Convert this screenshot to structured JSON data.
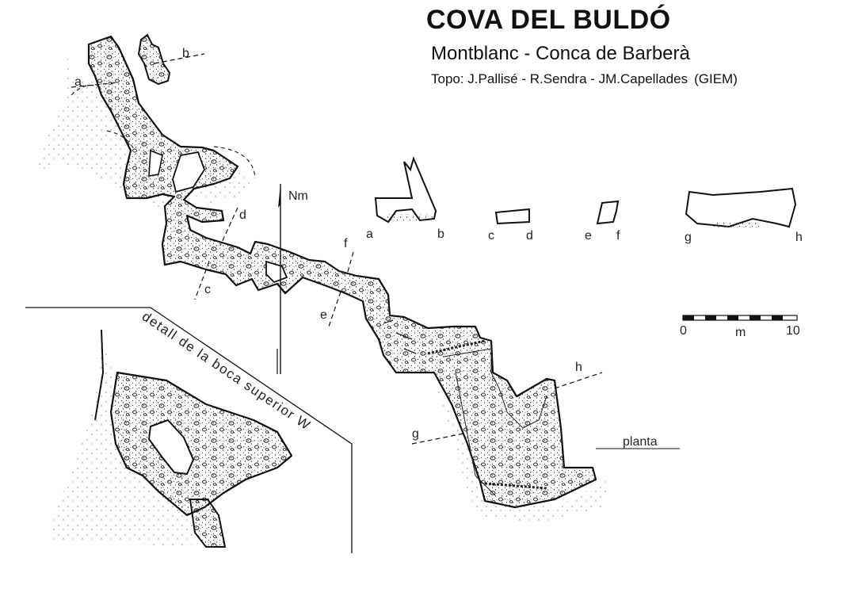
{
  "header": {
    "title": "COVA DEL BULDÓ",
    "subtitle": "Montblanc - Conca de Barberà",
    "credits": "Topo: J.Pallisé - R.Sendra - JM.Capellades",
    "org": "(GIEM)"
  },
  "map": {
    "north_label": "Nm",
    "plan_label": "planta",
    "inset_label": "detall de la boca superior W",
    "section_letters": [
      "a",
      "b",
      "c",
      "d",
      "e",
      "f",
      "g",
      "h"
    ],
    "scale": {
      "start": "0",
      "unit": "m",
      "end": "10"
    }
  }
}
